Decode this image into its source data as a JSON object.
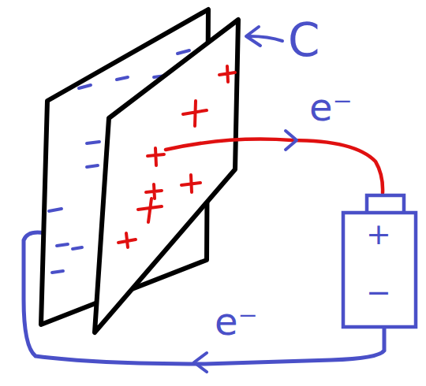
{
  "diagram": {
    "labels": [
      "C",
      "e⁻",
      "e⁻",
      "+",
      "−"
    ]
  }
}
